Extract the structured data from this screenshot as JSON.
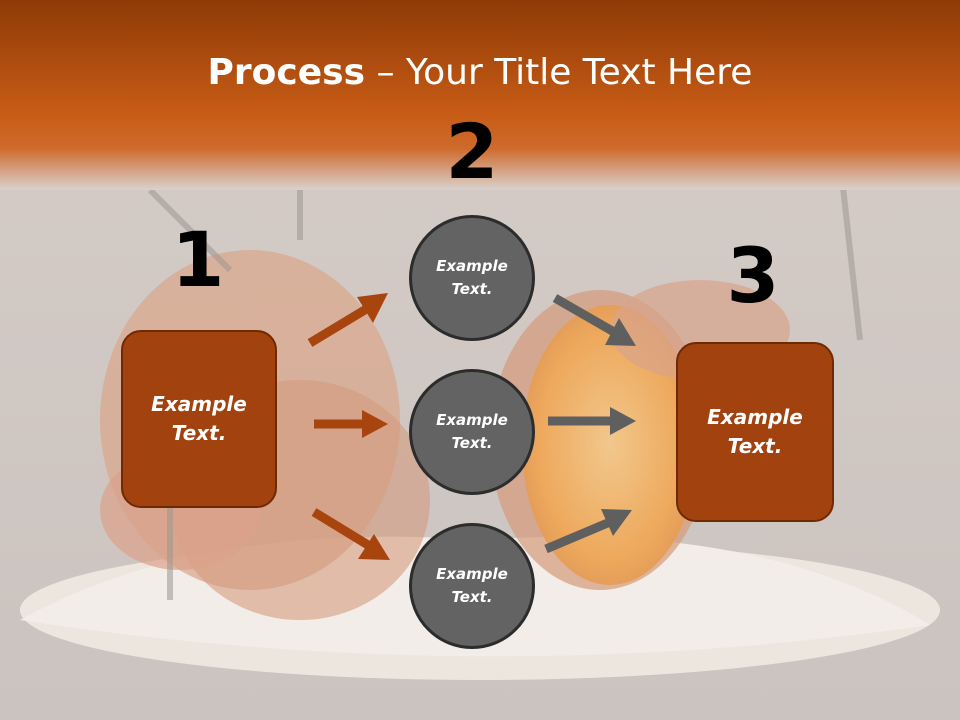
{
  "title": {
    "bold": "Process",
    "rest": " – Your Title Text Here"
  },
  "steps": [
    {
      "number": "1",
      "text": "Example Text."
    },
    {
      "number": "2",
      "text": "Example Text."
    },
    {
      "number": "3",
      "text": "Example Text."
    }
  ],
  "circles": [
    {
      "text": "Example Text."
    },
    {
      "text": "Example Text."
    },
    {
      "text": "Example Text."
    }
  ],
  "colors": {
    "header": "#c65b17",
    "box_fill": "#a1420f",
    "circle_fill": "#636363",
    "arrow_orange": "#a8450e",
    "arrow_gray": "#5f5f5f"
  }
}
